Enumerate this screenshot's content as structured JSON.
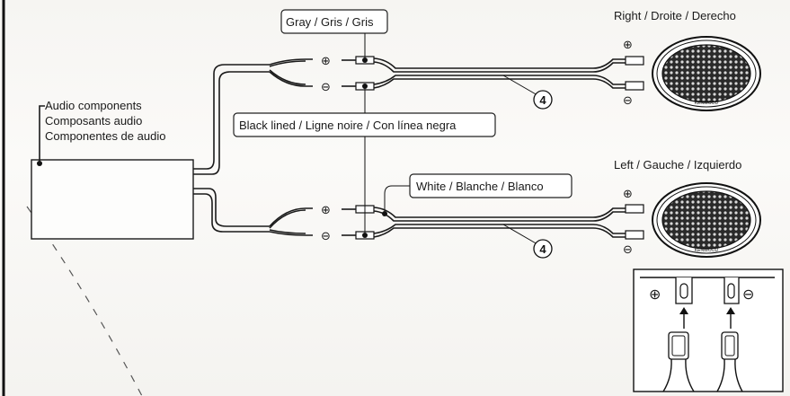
{
  "labels": {
    "audio_components": [
      "Audio components",
      "Composants audio",
      "Componentes de audio"
    ],
    "gray": "Gray / Gris / Gris",
    "black_lined": "Black lined / Ligne noire / Con línea negra",
    "white": "White / Blanche / Blanco",
    "right": "Right / Droite / Derecho",
    "left": "Left / Gauche / Izquierdo",
    "plus": "⊕",
    "minus": "⊖",
    "callout_number": "4",
    "speaker_brand": "KENWOOD"
  }
}
